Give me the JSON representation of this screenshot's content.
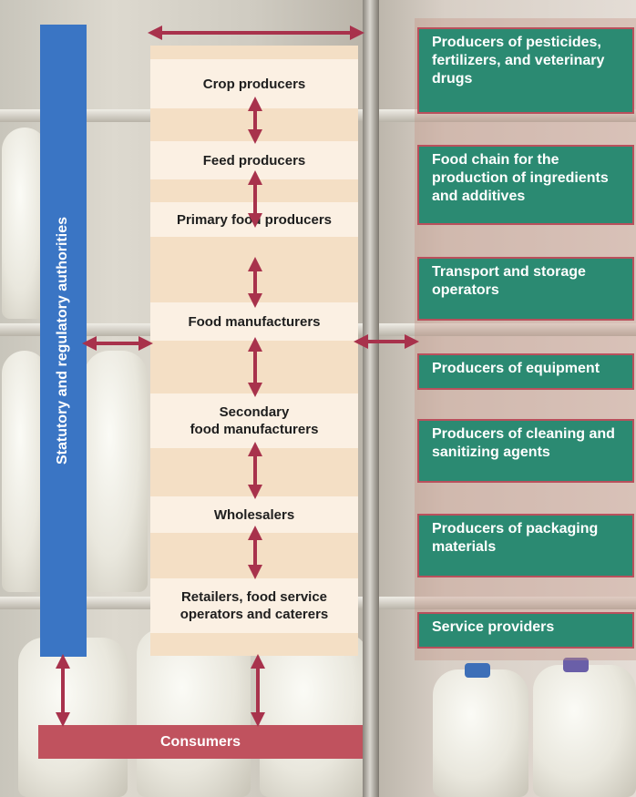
{
  "diagram": {
    "authorities_label": "Statutory and regulatory authorities",
    "chain_steps": [
      "Crop producers",
      "Feed producers",
      "Primary food producers",
      "Food manufacturers",
      "Secondary food manufacturers",
      "Wholesalers",
      "Retailers, food service operators and caterers"
    ],
    "chain_steps_display": [
      [
        "Crop producers"
      ],
      [
        "Feed producers"
      ],
      [
        "Primary food producers"
      ],
      [
        "Food manufacturers"
      ],
      [
        "Secondary",
        "food manufacturers"
      ],
      [
        "Wholesalers"
      ],
      [
        "Retailers, food service",
        "operators and caterers"
      ]
    ],
    "consumers_label": "Consumers",
    "related_organizations": [
      "Producers of pesticides, fertilizers, and veterinary drugs",
      "Food chain for the production of ingredients and additives",
      "Transport and storage operators",
      "Producers of equipment",
      "Producers of cleaning and sanitizing agents",
      "Producers of packaging materials",
      "Service providers"
    ],
    "colors": {
      "authorities_bar": "#3a75c4",
      "consumers_bar": "#c0525e",
      "green_box": "#2b8a72",
      "green_box_border": "#b9505c",
      "arrow": "#a8324c",
      "chain_dark_stripe": "#f4dfc5",
      "chain_light_stripe": "#fbf0e3"
    }
  }
}
